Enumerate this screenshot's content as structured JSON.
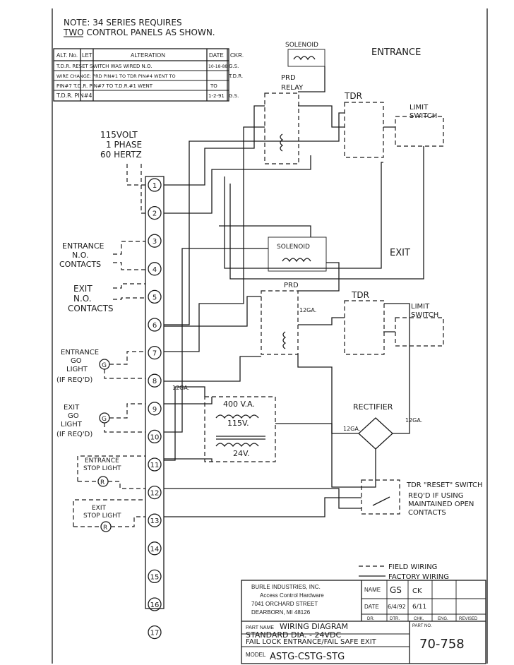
{
  "note": {
    "line1": "NOTE: 34 SERIES REQUIRES",
    "line2": "TWO CONTROL PANELS AS SHOWN."
  },
  "alteration_table": {
    "headers": [
      "ALT. No.",
      "LET",
      "ALTERATION",
      "DATE",
      "CKR."
    ],
    "rows": [
      {
        "alteration": "T.D.R. RESET SWITCH WAS WIRED N.O.",
        "date": "10-18-88",
        "ckr": "G.S."
      },
      {
        "alteration": "WIRE CHANGE: PRD PIN#1 TO TDR PIN#4 WENT TO",
        "date": "",
        "ckr": "T.D.R."
      },
      {
        "alteration": "PIN#7  T.D.R. PIN#7 TO T.D.R.#1 WENT",
        "date": "",
        "ckr": "TO"
      },
      {
        "alteration": "T.D.R. PIN#4",
        "date": "1-2-91",
        "ckr": "G.S."
      }
    ]
  },
  "power": {
    "line1": "115VOLT",
    "line2": "1 PHASE",
    "line3": "60 HERTZ"
  },
  "sections": {
    "entrance": "ENTRANCE",
    "exit": "EXIT"
  },
  "components": {
    "solenoid_top": "SOLENOID",
    "prd_relay_l1": "PRD",
    "prd_relay_l2": "RELAY",
    "tdr_top": "TDR",
    "limit_switch_top_l1": "LIMIT",
    "limit_switch_top_l2": "SWITCH",
    "solenoid_mid": "SOLENOID",
    "prd_mid": "PRD",
    "tdr_mid": "TDR",
    "limit_switch_mid_l1": "LIMIT",
    "limit_switch_mid_l2": "SWITCH",
    "gauge_12": "12GA.",
    "transformer_va": "400 V.A.",
    "transformer_primary": "115V.",
    "transformer_secondary": "24V.",
    "rectifier": "RECTIFIER",
    "rect_gauge_left": "12GA.",
    "rect_gauge_right": "12GA.",
    "wire_gauge_left": "12GA."
  },
  "contacts": {
    "entrance_l1": "ENTRANCE",
    "entrance_l2": "N.O.",
    "entrance_l3": "CONTACTS",
    "exit_l1": "EXIT",
    "exit_l2": "N.O.",
    "exit_l3": "CONTACTS"
  },
  "lights": {
    "entrance_go_l1": "ENTRANCE",
    "entrance_go_l2": "GO",
    "entrance_go_l3": "LIGHT",
    "entrance_go_l4": "(IF REQ'D)",
    "exit_go_l1": "EXIT",
    "exit_go_l2": "GO",
    "exit_go_l3": "LIGHT",
    "exit_go_l4": "(IF REQ'D)",
    "entrance_stop_l1": "ENTRANCE",
    "entrance_stop_l2": "STOP LIGHT",
    "exit_stop_l1": "EXIT",
    "exit_stop_l2": "STOP LIGHT",
    "g": "G",
    "r": "R"
  },
  "terminals": [
    "1",
    "2",
    "3",
    "4",
    "5",
    "6",
    "7",
    "8",
    "9",
    "10",
    "11",
    "12",
    "13",
    "14",
    "15",
    "16",
    "17"
  ],
  "reset_switch": {
    "line1": "TDR \"RESET\" SWITCH",
    "line2": "REQ'D IF USING",
    "line3": "MAINTAINED OPEN",
    "line4": "CONTACTS"
  },
  "legend": {
    "field": "FIELD WIRING",
    "factory": "FACTORY WIRING"
  },
  "title_block": {
    "company": "BURLE INDUSTRIES, INC.",
    "division": "Access Control Hardware",
    "street": "7041 ORCHARD STREET",
    "city": "DEARBORN, MI  48126",
    "name_label": "NAME",
    "name_value": "GS",
    "name_ck": "CK",
    "date_label": "DATE",
    "date_value": "6/4/92",
    "date_value2": "6/11",
    "dr_labels": [
      "DR.",
      "DTR.",
      "CHK.",
      "ENG.",
      "REVISED"
    ],
    "part_label": "PART NO.",
    "part_name_label": "PART NAME",
    "part_name_value": "WIRING DIAGRAM",
    "part_name_line2": "STANDARD DIA. - 24VDC",
    "fail_line": "FAIL LOCK ENTRANCE/FAIL SAFE EXIT",
    "model_label": "MODEL",
    "model_value": "ASTG-CSTG-STG",
    "drawing_no": "70-758"
  }
}
